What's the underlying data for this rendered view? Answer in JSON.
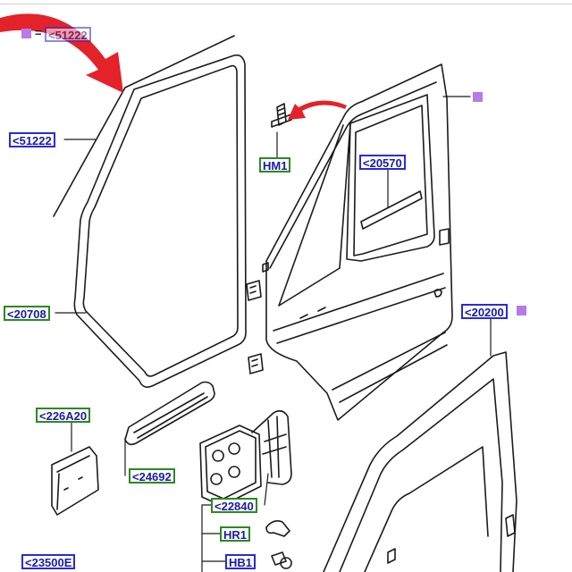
{
  "legend": {
    "symbol": "=",
    "code": "<51222"
  },
  "colors": {
    "blue_border": "#2a2bd8",
    "green_border": "#2b8a1e",
    "marker": "#b57bea",
    "arrow": "#e3222a"
  },
  "callouts": {
    "seal_upper": "<51222",
    "seal_lower": "<20708",
    "fastener": "HM1",
    "glass_channel": "<20570",
    "door": "<20200",
    "bracket": "<226A20",
    "check_strap": "<24692",
    "hinge": "<22840",
    "hinge_clip": "HR1",
    "hinge_bolt": "HB1",
    "bottom_left": "<23500E"
  },
  "icons": {
    "marker": "square-marker-icon",
    "arrow": "red-arrow-icon"
  }
}
